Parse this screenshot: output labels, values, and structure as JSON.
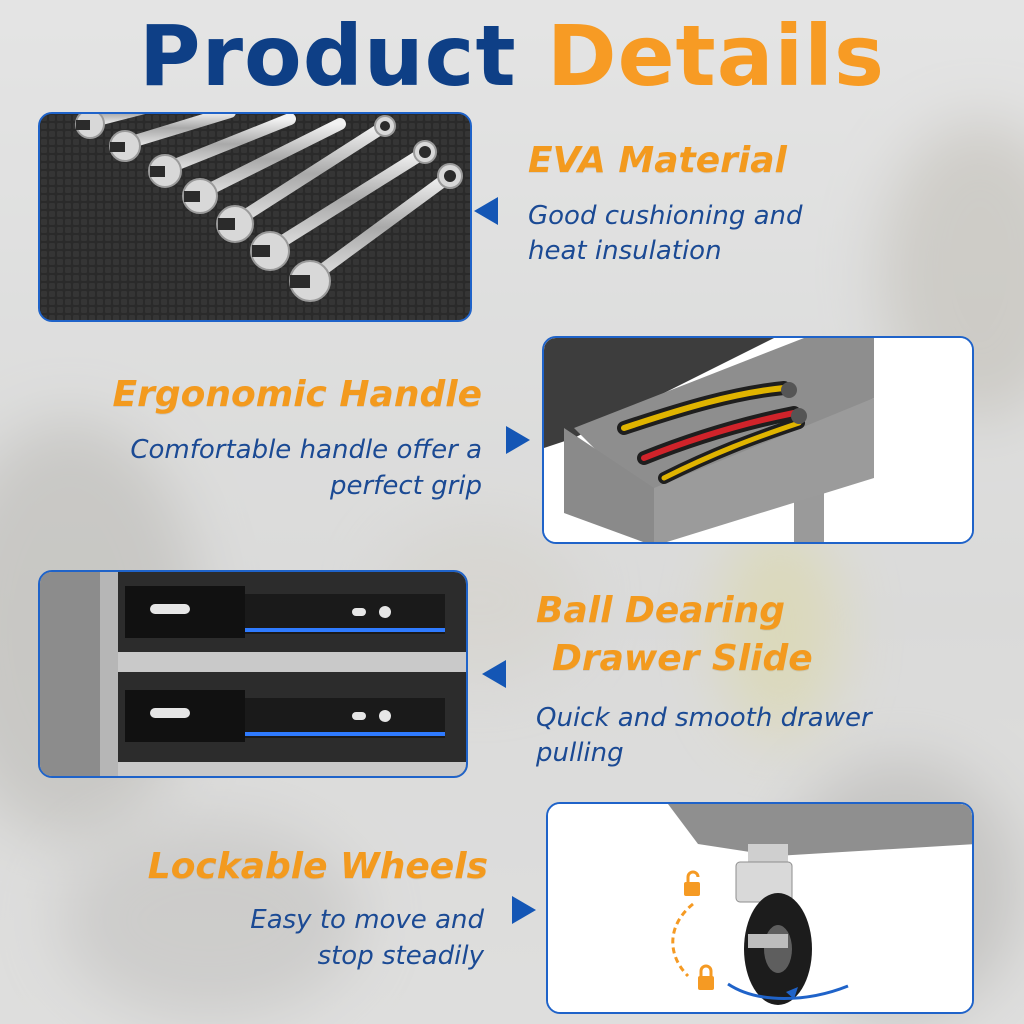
{
  "title": {
    "word1": "Product",
    "word2": "Details"
  },
  "features": [
    {
      "heading": "EVA Material",
      "description_line1": "Good cushioning and",
      "description_line2": "heat insulation"
    },
    {
      "heading": "Ergonomic Handle",
      "description_line1": "Comfortable handle offer a",
      "description_line2": "perfect grip"
    },
    {
      "heading_line1": "Ball Dearing",
      "heading_line2": "Drawer Slide",
      "description_line1": "Quick and smooth drawer",
      "description_line2": "pulling"
    },
    {
      "heading": "Lockable Wheels",
      "description_line1": "Easy to move and",
      "description_line2": "stop steadily"
    }
  ],
  "colors": {
    "navy": "#0e3f86",
    "orange": "#f79b24",
    "panel_border": "#1f63c9",
    "arrow": "#1456b5"
  }
}
